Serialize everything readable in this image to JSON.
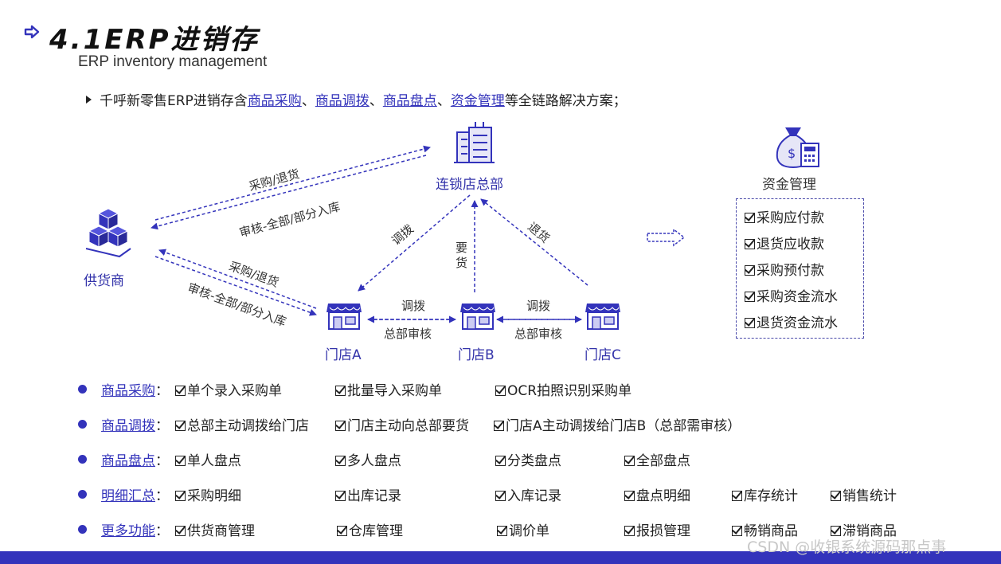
{
  "header": {
    "title": "4.1ERP进销存",
    "subtitle": "ERP inventory management"
  },
  "intro": {
    "prefix": "千呼新零售ERP进销存含",
    "link1": "商品采购",
    "sep1": "、",
    "link2": "商品调拨",
    "sep2": "、",
    "link3": "商品盘点",
    "sep3": "、",
    "link4": "资金管理",
    "suffix": "等全链路解决方案；"
  },
  "diagram": {
    "hq": "连锁店总部",
    "supplier": "供货商",
    "storeA": "门店A",
    "storeB": "门店B",
    "storeC": "门店C",
    "sup_hq_top": "采购/退货",
    "sup_hq_bottom": "审核-全部/部分入库",
    "sup_store_top": "采购/退货",
    "sup_store_bottom": "审核-全部/部分入库",
    "hq_a": "调拨",
    "hq_b_1": "要",
    "hq_b_2": "货",
    "c_hq": "退货",
    "ab_top": "调拨",
    "ab_bottom": "总部审核",
    "bc_top": "调拨",
    "bc_bottom": "总部审核"
  },
  "fund": {
    "title": "资金管理",
    "items": [
      "采购应付款",
      "退货应收款",
      "采购预付款",
      "采购资金流水",
      "退货资金流水"
    ]
  },
  "features": [
    {
      "name": "商品采购",
      "items": [
        "单个录入采购单",
        "批量导入采购单",
        "OCR拍照识别采购单"
      ]
    },
    {
      "name": "商品调拨",
      "items": [
        "总部主动调拨给门店",
        "门店主动向总部要货",
        "门店A主动调拨给门店B（总部需审核）"
      ]
    },
    {
      "name": "商品盘点",
      "items": [
        "单人盘点",
        "多人盘点",
        "分类盘点",
        "全部盘点"
      ]
    },
    {
      "name": "明细汇总",
      "items": [
        "采购明细",
        "出库记录",
        "入库记录",
        "盘点明细",
        "库存统计",
        "销售统计"
      ]
    },
    {
      "name": "更多功能",
      "items": [
        "供货商管理",
        "仓库管理",
        "调价单",
        "报损管理",
        "畅销商品",
        "滞销商品"
      ]
    }
  ],
  "footer": {
    "watermark": "CSDN @收银系统源码那点事"
  },
  "colors": {
    "accent": "#3333bb",
    "text": "#222222"
  }
}
